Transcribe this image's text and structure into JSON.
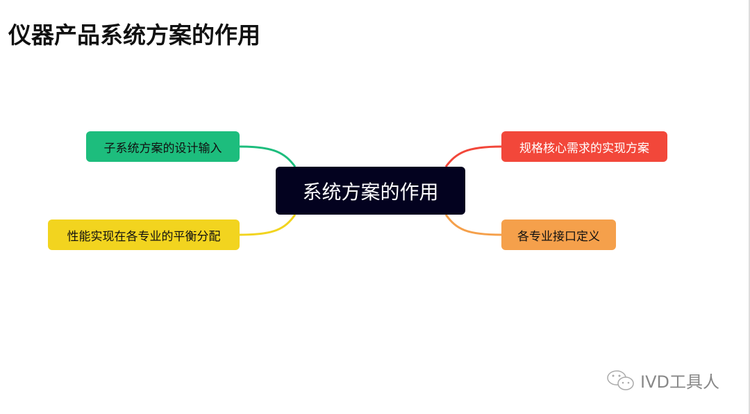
{
  "title": "仪器产品系统方案的作用",
  "center": "系统方案的作用",
  "branches": {
    "left_top": {
      "label": "子系统方案的设计输入",
      "color": "#1dbd7d"
    },
    "left_bottom": {
      "label": "性能实现在各专业的平衡分配",
      "color": "#f2d41f"
    },
    "right_top": {
      "label": "规格核心需求的实现方案",
      "color": "#f2473a"
    },
    "right_bottom": {
      "label": "各专业接口定义",
      "color": "#f5a04b"
    }
  },
  "watermark": "IVD工具人"
}
